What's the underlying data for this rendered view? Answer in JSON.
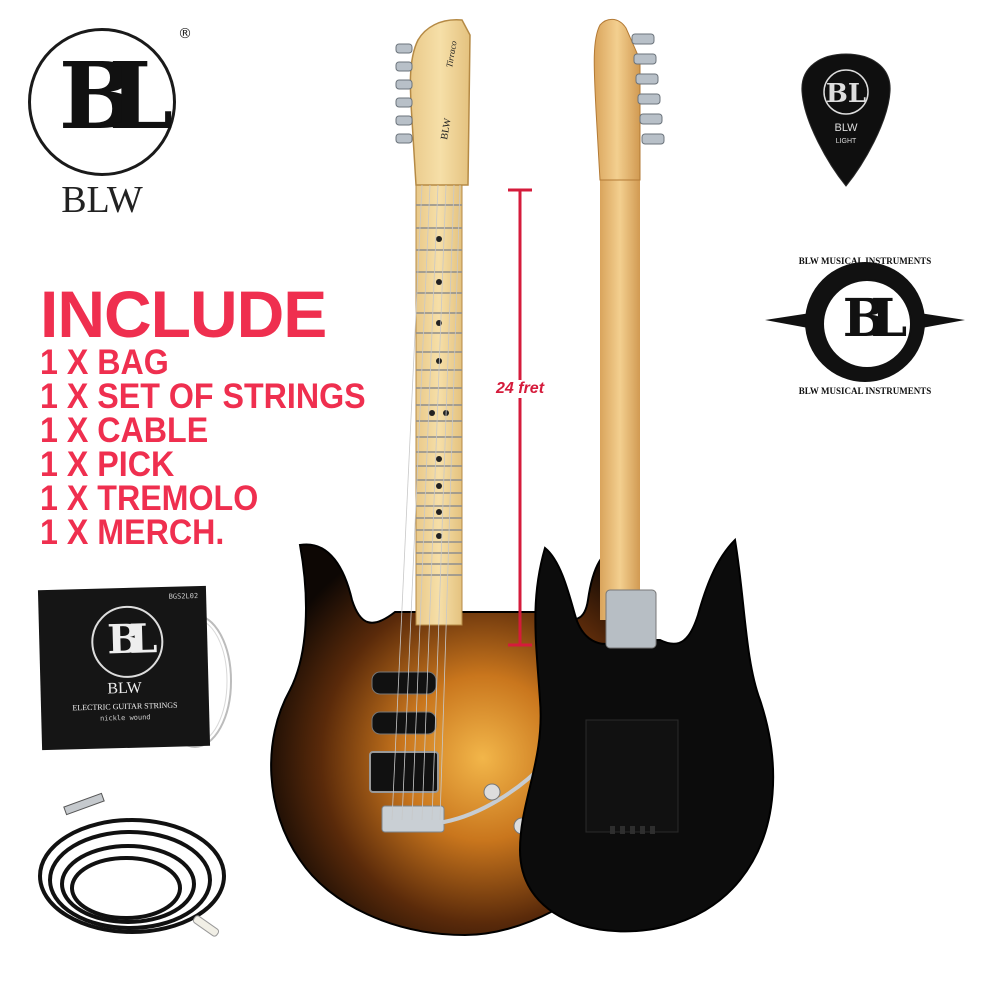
{
  "logo": {
    "monogram": "BL",
    "brand": "BLW",
    "registered": "®"
  },
  "include": {
    "title": "INCLUDE",
    "items": [
      "1 X BAG",
      "1 X SET OF STRINGS",
      "1 X CABLE",
      "1 X PICK",
      "1 X TREMOLO",
      "1 X MERCH."
    ]
  },
  "guitar": {
    "fret_label": "24 fret",
    "headstock_brand": "BLW",
    "headstock_model": "Tirraco"
  },
  "pick": {
    "brand": "BLW",
    "gauge": "LIGHT"
  },
  "badge": {
    "text_top": "BLW MUSICAL INSTRUMENTS",
    "text_bottom": "BLW MUSICAL INSTRUMENTS"
  },
  "strings_pack": {
    "code": "BGS2L02",
    "brand": "BLW",
    "product": "ELECTRIC GUITAR STRINGS",
    "subtitle": "nickle wound"
  },
  "colors": {
    "accent": "#ef2f4f",
    "measure_line": "#d51b3b",
    "maple": "#f0d69a",
    "body_black": "#0c0c0c"
  },
  "icons": [
    "bl-monogram-logo",
    "guitar-pick",
    "circular-badge-logo",
    "strings-package",
    "audio-cable"
  ]
}
